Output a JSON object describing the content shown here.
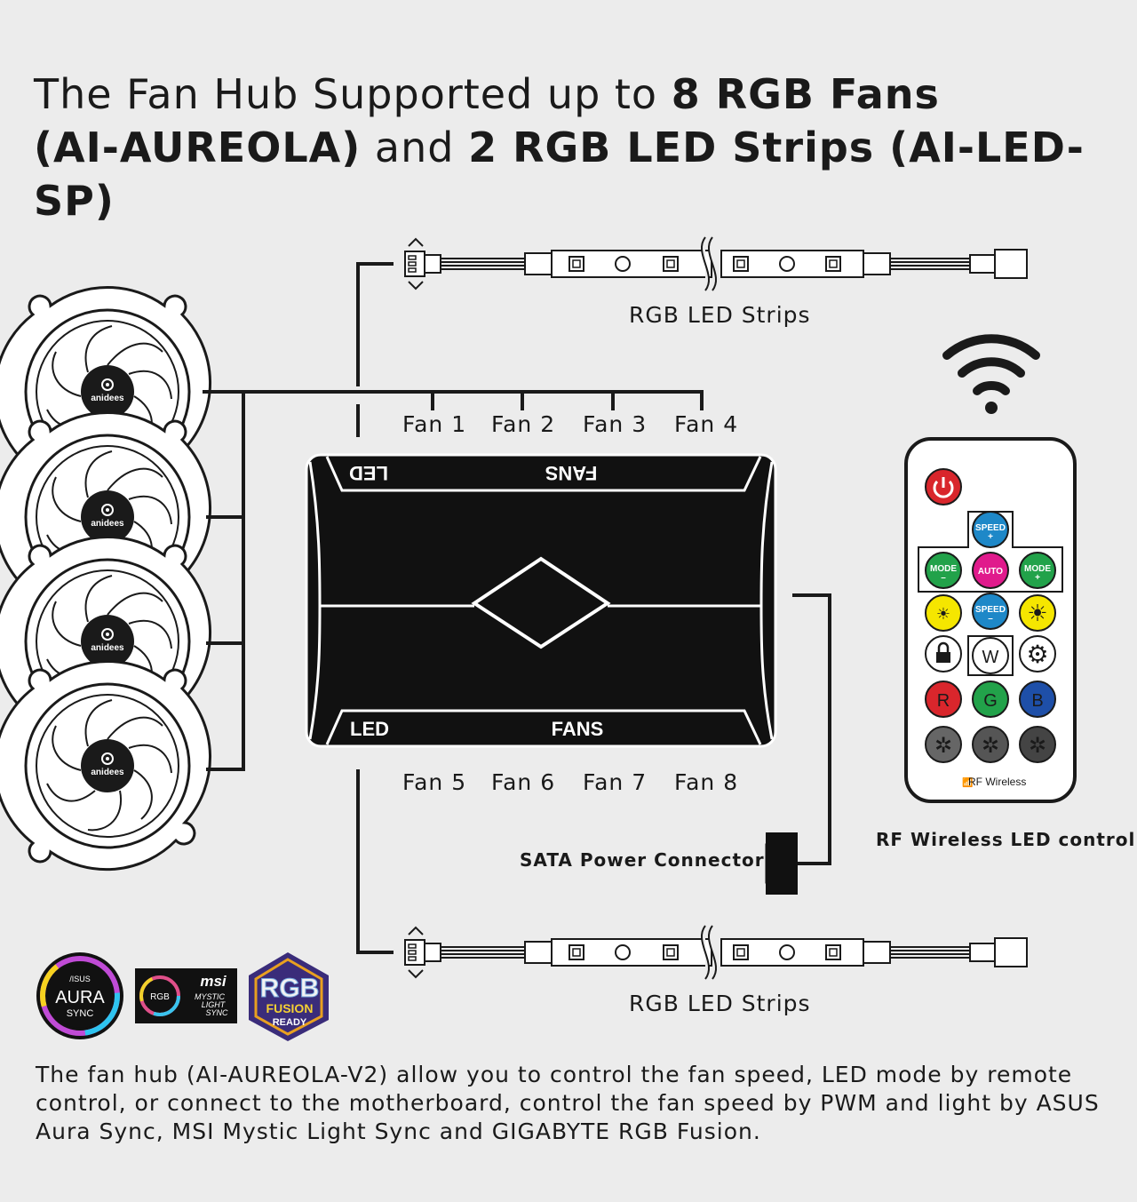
{
  "title": {
    "part1": "The Fan Hub Supported up to ",
    "bold1": "8 RGB Fans",
    "bold2": "(AI-AUREOLA)",
    "part2": " and ",
    "bold3": "2 RGB LED Strips (AI-LED-SP)"
  },
  "labels": {
    "led_strip_top": "RGB LED Strips",
    "led_strip_bottom": "RGB LED Strips",
    "fans_top": [
      "Fan 1",
      "Fan 2",
      "Fan 3",
      "Fan 4"
    ],
    "fans_bottom": [
      "Fan 5",
      "Fan 6",
      "Fan 7",
      "Fan 8"
    ],
    "sata": "SATA Power Connector",
    "rf_control": "RF Wireless LED control"
  },
  "hub": {
    "top_led": "LED",
    "top_fans": "FANS",
    "bottom_led": "LED",
    "bottom_fans": "FANS"
  },
  "fan_brand": "anidees",
  "remote": {
    "speed_up": "SPEED",
    "mode_minus": "MODE",
    "auto": "AUTO",
    "mode_plus": "MODE",
    "speed_down": "SPEED",
    "w": "W",
    "r": "R",
    "g": "G",
    "b": "B",
    "footer": "RF Wireless"
  },
  "logos": {
    "asus_brand": "/ISUS",
    "asus_main": "AURA",
    "asus_sub": "SYNC",
    "msi_brand": "msi",
    "msi_rgb": "RGB",
    "msi_line1": "MYSTIC",
    "msi_line2": "LIGHT",
    "msi_line3": "SYNC",
    "giga_main": "RGB",
    "giga_sub": "FUSION",
    "giga_ready": "READY"
  },
  "description": "The fan hub (AI-AUREOLA-V2) allow you to control the fan speed, LED mode by remote control, or connect to the motherboard, control the fan speed by PWM and light by ASUS Aura Sync, MSI Mystic Light Sync and GIGABYTE RGB Fusion.",
  "colors": {
    "background": "#ececec",
    "power": "#d9262c",
    "blue": "#1e88c8",
    "green": "#22a24a",
    "magenta": "#e01a8c",
    "yellow": "#f5e600",
    "red": "#d9262c",
    "gray": "#555555"
  }
}
